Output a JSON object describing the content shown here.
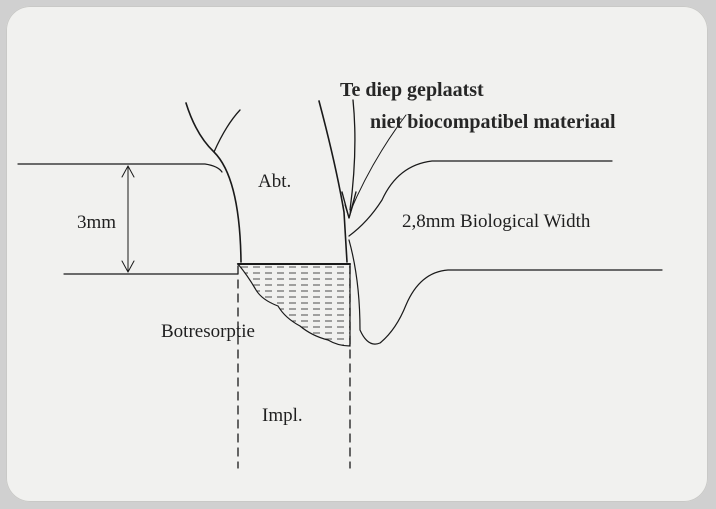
{
  "diagram": {
    "labels": {
      "title_line1": "Te diep geplaatst",
      "title_line2": "niet biocompatibel materiaal",
      "abutment": "Abt.",
      "depth": "3mm",
      "biological_width": "2,8mm Biological Width",
      "bone_resorption": "Botresorptie",
      "implant": "Impl."
    },
    "colors": {
      "background": "#d0d0d0",
      "card": "#f1f1ef",
      "ink": "#1a1a1a"
    }
  }
}
